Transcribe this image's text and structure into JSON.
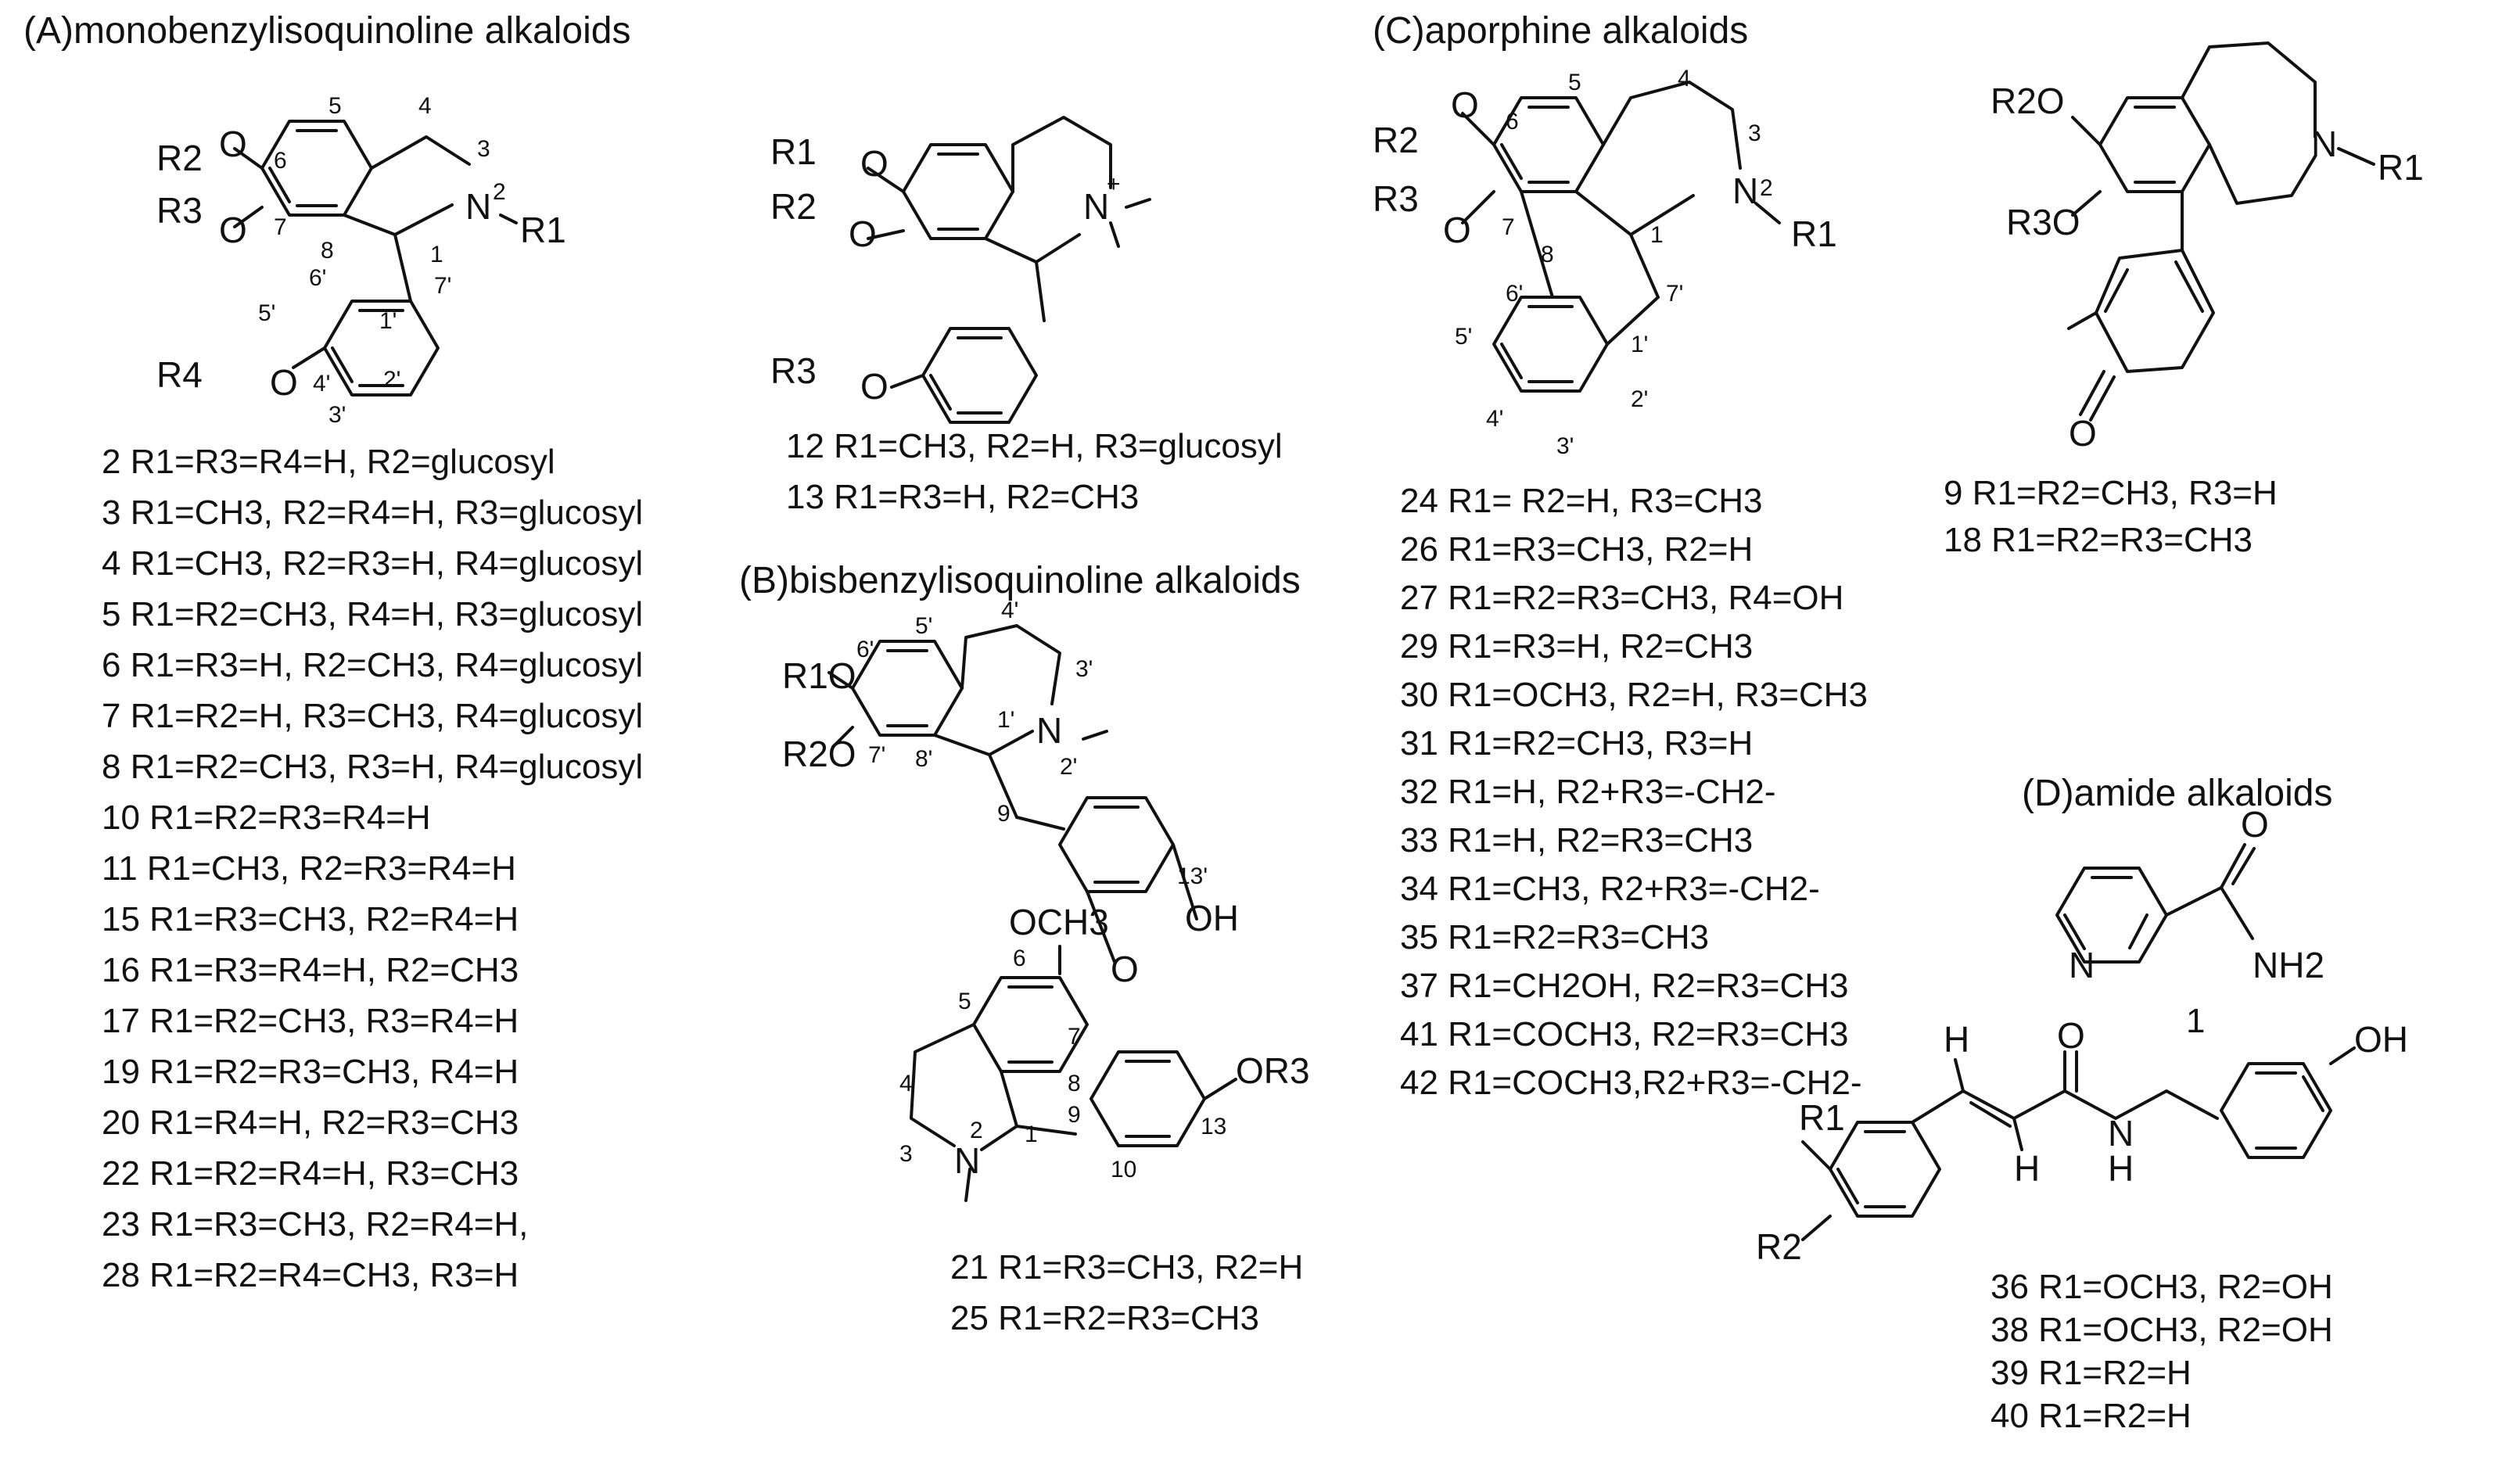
{
  "sections": {
    "A": {
      "title": "(A)monobenzylisoquinoline alkaloids"
    },
    "B": {
      "title": "(B)bisbenzylisoquinoline alkaloids"
    },
    "C": {
      "title": "(C)aporphine alkaloids"
    },
    "D": {
      "title": "(D)amide alkaloids"
    }
  },
  "atom_labels": {
    "O": "O",
    "N": "N",
    "H": "H",
    "OH": "OH",
    "NH2": "NH2",
    "NH": "N",
    "R1": "R1",
    "R2": "R2",
    "R3": "R3",
    "R4": "R4",
    "R1O": "R1O",
    "R2O": "R2O",
    "R3O": "R3O",
    "OCH3": "OCH3",
    "OR3": "OR3",
    "plus": "+"
  },
  "position_numbers": {
    "A": [
      "6",
      "5",
      "4",
      "3",
      "2",
      "7",
      "8",
      "1",
      "7'",
      "6'",
      "5'",
      "1'",
      "4'",
      "2'",
      "3'"
    ],
    "B": [
      "6'",
      "5'",
      "4'",
      "3'",
      "2'",
      "7'",
      "8'",
      "1'",
      "9",
      "13'",
      "6",
      "7",
      "5",
      "8",
      "4",
      "3",
      "2",
      "1",
      "9",
      "13",
      "10"
    ],
    "C": [
      "6",
      "5",
      "4",
      "3",
      "2",
      "7",
      "8",
      "1",
      "6'",
      "7'",
      "5'",
      "1'",
      "4'",
      "3'",
      "2'"
    ]
  },
  "compound_lists": {
    "A_monobenzyl": [
      "2 R1=R3=R4=H, R2=glucosyl",
      "3 R1=CH3, R2=R4=H, R3=glucosyl",
      "4 R1=CH3, R2=R3=H, R4=glucosyl",
      "5 R1=R2=CH3, R4=H, R3=glucosyl",
      "6 R1=R3=H, R2=CH3, R4=glucosyl",
      "7 R1=R2=H, R3=CH3, R4=glucosyl",
      "8 R1=R2=CH3, R3=H, R4=glucosyl",
      "10 R1=R2=R3=R4=H",
      "11 R1=CH3, R2=R3=R4=H",
      "15 R1=R3=CH3, R2=R4=H",
      "16 R1=R3=R4=H, R2=CH3",
      "17 R1=R2=CH3, R3=R4=H",
      "19 R1=R2=R3=CH3, R4=H",
      "20 R1=R4=H, R2=R3=CH3",
      "22 R1=R2=R4=H, R3=CH3",
      "23 R1=R3=CH3, R2=R4=H,",
      "28 R1=R2=R4=CH3, R3=H"
    ],
    "A_quaternary": [
      "12 R1=CH3, R2=H, R3=glucosyl",
      "13 R1=R3=H, R2=CH3"
    ],
    "B_bisbenzyl": [
      "21 R1=R3=CH3, R2=H",
      "25 R1=R2=R3=CH3"
    ],
    "C_aporphine": [
      "24 R1= R2=H, R3=CH3",
      "26 R1=R3=CH3, R2=H",
      "27 R1=R2=R3=CH3, R4=OH",
      "29 R1=R3=H, R2=CH3",
      "30 R1=OCH3, R2=H, R3=CH3",
      "31 R1=R2=CH3, R3=H",
      "32 R1=H, R2+R3=-CH2-",
      "33 R1=H, R2=R3=CH3",
      "34 R1=CH3, R2+R3=-CH2-",
      "35 R1=R2=R3=CH3",
      "37 R1=CH2OH, R2=R3=CH3",
      "41 R1=COCH3, R2=R3=CH3",
      "42 R1=COCH3,R2+R3=-CH2-"
    ],
    "C_proaporphine": [
      "9 R1=R2=CH3, R3=H",
      "18 R1=R2=R3=CH3"
    ],
    "D_nicotinamide_number": "1",
    "D_amide": [
      "36 R1=OCH3, R2=OH",
      "38 R1=OCH3, R2=OH",
      "39 R1=R2=H",
      "40 R1=R2=H"
    ]
  }
}
